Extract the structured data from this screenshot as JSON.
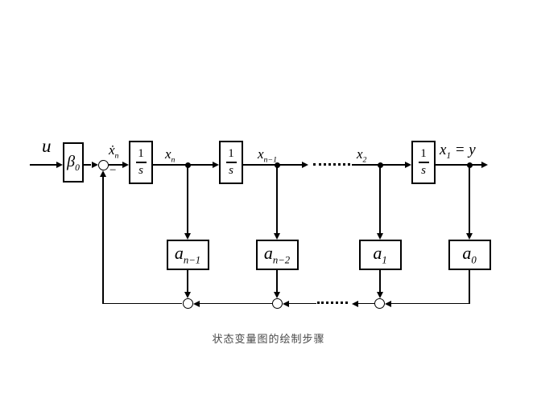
{
  "diagram": {
    "caption": "状态变量图的绘制步骤",
    "input_label": "u",
    "minus_sign": "−",
    "gain_block": {
      "base": "β",
      "sub": "0"
    },
    "integrator": {
      "numerator": "1",
      "denominator": "s"
    },
    "signals": {
      "xdot_n": {
        "base": "ẋ",
        "sub": "n"
      },
      "x_n": {
        "base": "x",
        "sub": "n"
      },
      "x_n_minus_1": {
        "base": "x",
        "sub": "n−1"
      },
      "x_2": {
        "base": "x",
        "sub": "2"
      },
      "output": {
        "base": "x",
        "sub": "1",
        "equals": "= y"
      }
    },
    "feedback_blocks": [
      {
        "base": "a",
        "sub": "n−1"
      },
      {
        "base": "a",
        "sub": "n−2"
      },
      {
        "base": "a",
        "sub": "1"
      },
      {
        "base": "a",
        "sub": "0"
      }
    ],
    "colors": {
      "line": "#000000",
      "background": "#ffffff",
      "caption": "#4a4a4a"
    }
  }
}
